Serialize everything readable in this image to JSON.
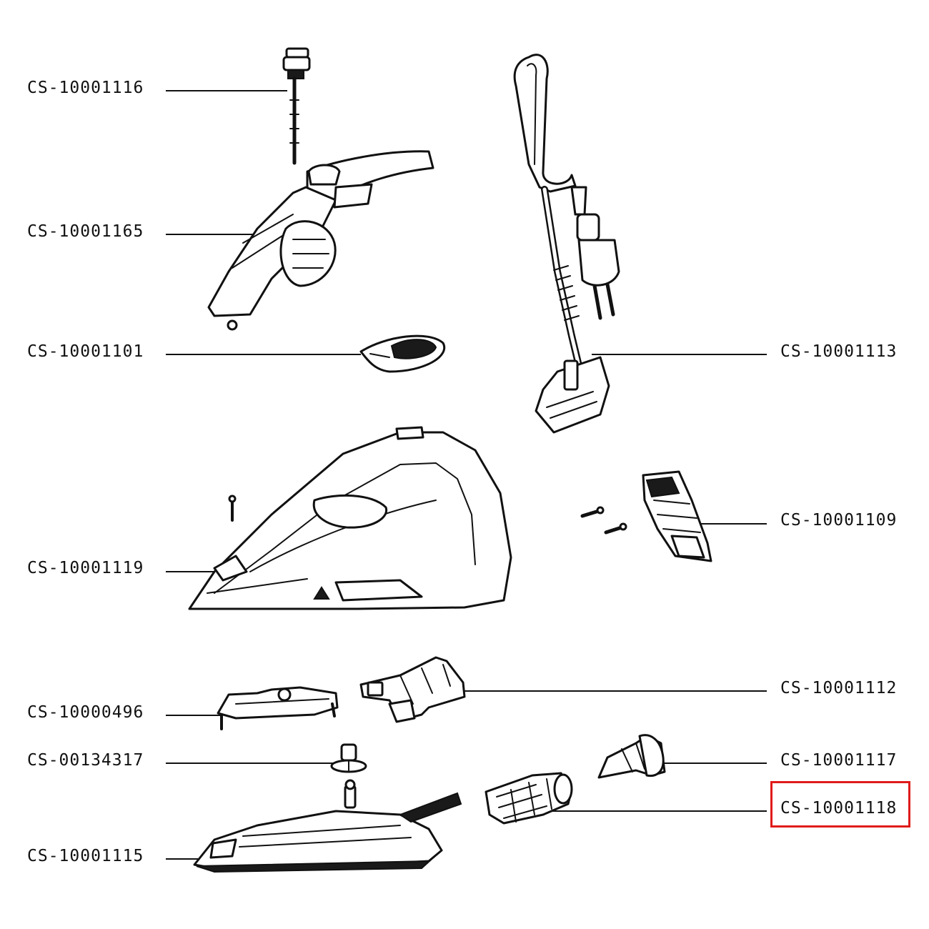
{
  "parts": [
    {
      "id": "p1116",
      "code": "CS-10001116",
      "side": "left"
    },
    {
      "id": "p1165",
      "code": "CS-10001165",
      "side": "left"
    },
    {
      "id": "p1101",
      "code": "CS-10001101",
      "side": "left"
    },
    {
      "id": "p1113",
      "code": "CS-10001113",
      "side": "right"
    },
    {
      "id": "p1109",
      "code": "CS-10001109",
      "side": "right"
    },
    {
      "id": "p1119",
      "code": "CS-10001119",
      "side": "left"
    },
    {
      "id": "p1112",
      "code": "CS-10001112",
      "side": "right"
    },
    {
      "id": "p0496",
      "code": "CS-10000496",
      "side": "left"
    },
    {
      "id": "p4317",
      "code": "CS-00134317",
      "side": "left"
    },
    {
      "id": "p1117",
      "code": "CS-10001117",
      "side": "right"
    },
    {
      "id": "p1118",
      "code": "CS-10001118",
      "side": "right",
      "highlighted": true
    },
    {
      "id": "p1115",
      "code": "CS-10001115",
      "side": "left"
    }
  ],
  "colors": {
    "line": "#111111",
    "highlight": "#e01b1b",
    "background": "#ffffff"
  }
}
